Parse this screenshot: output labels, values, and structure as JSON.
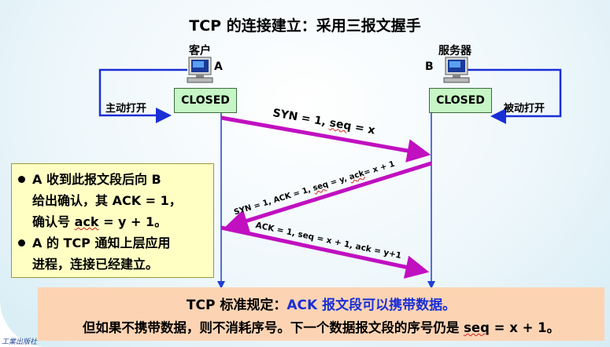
{
  "title": "TCP 的连接建立：采用三报文握手",
  "client": {
    "name": "客户",
    "letter": "A",
    "state": "CLOSED",
    "open_label": "主动打开"
  },
  "server": {
    "name": "服务器",
    "letter": "B",
    "state": "CLOSED",
    "open_label": "被动打开"
  },
  "segments": {
    "syn": {
      "prefix": "SYN = 1, ",
      "seq": "seq",
      "suffix": " = x"
    },
    "synack": {
      "prefix": "SYN = 1, ACK = 1, ",
      "seq": "seq",
      "mid": " = y, ",
      "ack": "ack",
      "suffix": "= x + 1"
    },
    "ack": {
      "text": "ACK = 1, seq = x + 1, ack = y+1"
    }
  },
  "note": {
    "item1_line1": "A 收到此报文段后向 B",
    "item1_line2": "给出确认，其 ACK = 1，",
    "item1_line3_prefix": "确认号 ",
    "item1_line3_ack": "ack",
    "item1_line3_suffix": " = y + 1。",
    "item2_line1": "A 的 TCP 通知上层应用",
    "item2_line2": "进程，连接已经建立。"
  },
  "bottom": {
    "line1_prefix": "TCP 标准规定：",
    "line1_highlight": "ACK 报文段可以携带数据。",
    "line2_prefix": "但如果不携带数据，则不消耗序号。下一个数据报文段的序号仍是 ",
    "line2_seq": "seq",
    "line2_suffix": " = x + 1。"
  },
  "publisher": "工業出版社",
  "colors": {
    "segment_arrow": "#c010c0",
    "open_arrow": "#1a2fd6",
    "timeline": "#2040d0"
  },
  "icons": {
    "client": "computer-icon",
    "server": "computer-icon"
  }
}
